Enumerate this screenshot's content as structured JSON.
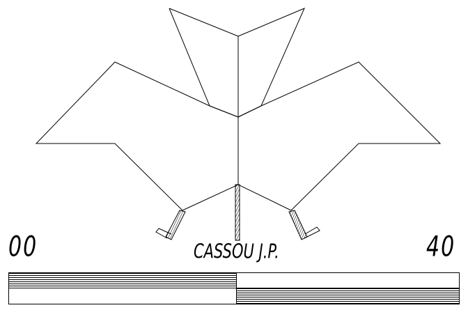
{
  "drawing": {
    "code_left": "00",
    "code_right": "40",
    "author": "CASSOU J.P.",
    "line_color": "#000000",
    "background": "#ffffff"
  },
  "bars": {
    "top_bar": {
      "left_half": "hatched",
      "right_half": "blank"
    },
    "bottom_bar": {
      "left_half": "blank",
      "right_half": "hatched"
    }
  }
}
